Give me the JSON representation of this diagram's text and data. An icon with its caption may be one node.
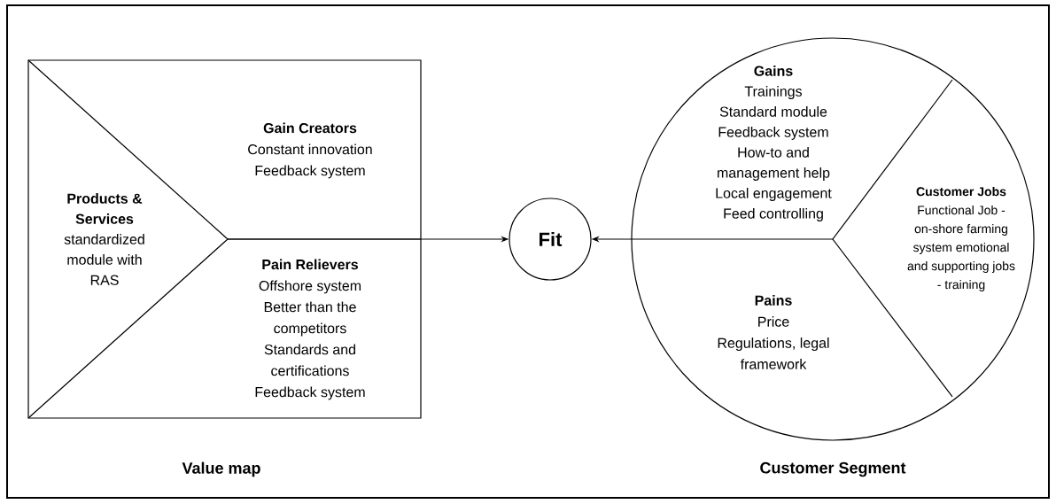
{
  "diagram": {
    "nodes": [
      {
        "text": [
          "Value map"
        ]
      },
      {
        "text": [
          "Products & Services",
          "standardized module with RAS"
        ],
        "in": 0
      },
      {
        "text": [
          "Gain Creators",
          "Constant innovation",
          "Feedback system"
        ],
        "in": 0
      },
      {
        "text": [
          "Pain Relievers",
          "Offshore system",
          "Better than the competitors",
          "Standards and certifications",
          "Feedback system"
        ],
        "in": 0
      },
      {
        "text": [
          "Fit"
        ]
      },
      {
        "text": [
          "Customer Segment"
        ]
      },
      {
        "text": [
          "Gains",
          "Trainings",
          "Standard module",
          "Feedback system",
          "How-to and management help",
          "Local engagement",
          "Feed controlling"
        ],
        "in": 5
      },
      {
        "text": [
          "Customer Jobs",
          "Functional Job - on-shore farming system emotional and supporting jobs - training"
        ],
        "in": 5
      },
      {
        "text": [
          "Pains",
          "Price",
          "Regulations, legal framework"
        ],
        "in": 5
      }
    ],
    "edges": [
      {
        "from": 1,
        "to": 4,
        "arrow": "to"
      },
      {
        "from": 7,
        "to": 4,
        "arrow": "to"
      }
    ]
  }
}
